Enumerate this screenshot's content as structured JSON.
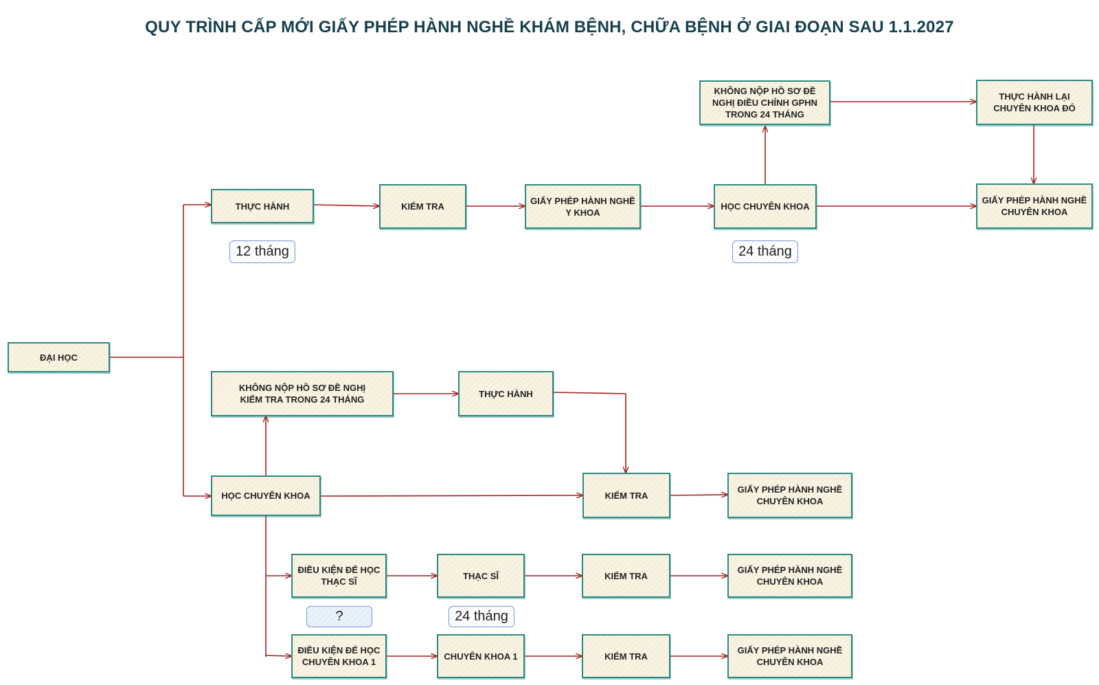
{
  "title": "QUY TRÌNH CẤP MỚI GIẤY PHÉP HÀNH NGHỀ KHÁM BỆNH, CHỮA BỆNH Ở GIAI ĐOẠN SAU 1.1.2027",
  "colors": {
    "box_fill": "#f8f3e2",
    "box_border": "#2a8a83",
    "arrow": "#a31f1f",
    "title": "#15414f",
    "note_border": "#7b97d6"
  },
  "nodes": {
    "dai_hoc": "ĐẠI HỌC",
    "thuc_hanh_top": "THỰC HÀNH",
    "kiem_tra_top": "KIỂM TRA",
    "gphn_y_khoa": "GIẤY PHÉP HÀNH NGHỀ\nY KHOA",
    "hoc_ck_top": "HỌC CHUYÊN KHOA",
    "khong_nop_dieu_chinh": "KHÔNG NỘP HỒ SƠ ĐỀ\nNGHỊ ĐIỀU CHỈNH GPHN\nTRONG 24 THÁNG",
    "thuc_hanh_lai": "THỰC HÀNH LẠI\nCHUYÊN KHOA ĐÓ",
    "gphn_ck_top": "GIẤY PHÉP HÀNH NGHỀ\nCHUYÊN KHOA",
    "khong_nop_kiem_tra": "KHÔNG NỘP HỒ SƠ ĐỀ NGHỊ\nKIỂM TRA TRONG 24 THÁNG",
    "thuc_hanh_mid": "THỰC HÀNH",
    "hoc_ck_mid": "HỌC CHUYÊN KHOA",
    "kiem_tra_mid": "KIỂM TRA",
    "gphn_ck_mid": "GIẤY PHÉP HÀNH NGHỀ\nCHUYÊN KHOA",
    "dk_thac_si": "ĐIỀU KIỆN ĐỂ HỌC\nTHẠC SĨ",
    "thac_si": "THẠC SĨ",
    "kiem_tra_ts": "KIỂM TRA",
    "gphn_ck_ts": "GIẤY PHÉP HÀNH NGHỀ\nCHUYÊN KHOA",
    "dk_ck1": "ĐIỀU KIỆN ĐỂ HỌC\nCHUYÊN KHOA 1",
    "chuyen_khoa_1": "CHUYÊN KHOA 1",
    "kiem_tra_ck1": "KIỂM TRA",
    "gphn_ck_ck1": "GIẤY PHÉP HÀNH NGHỀ\nCHUYÊN KHOA"
  },
  "durations": {
    "thuc_hanh": "12 tháng",
    "hoc_ck": "24 tháng",
    "dk_thac_si": "?",
    "thac_si": "24 tháng"
  }
}
